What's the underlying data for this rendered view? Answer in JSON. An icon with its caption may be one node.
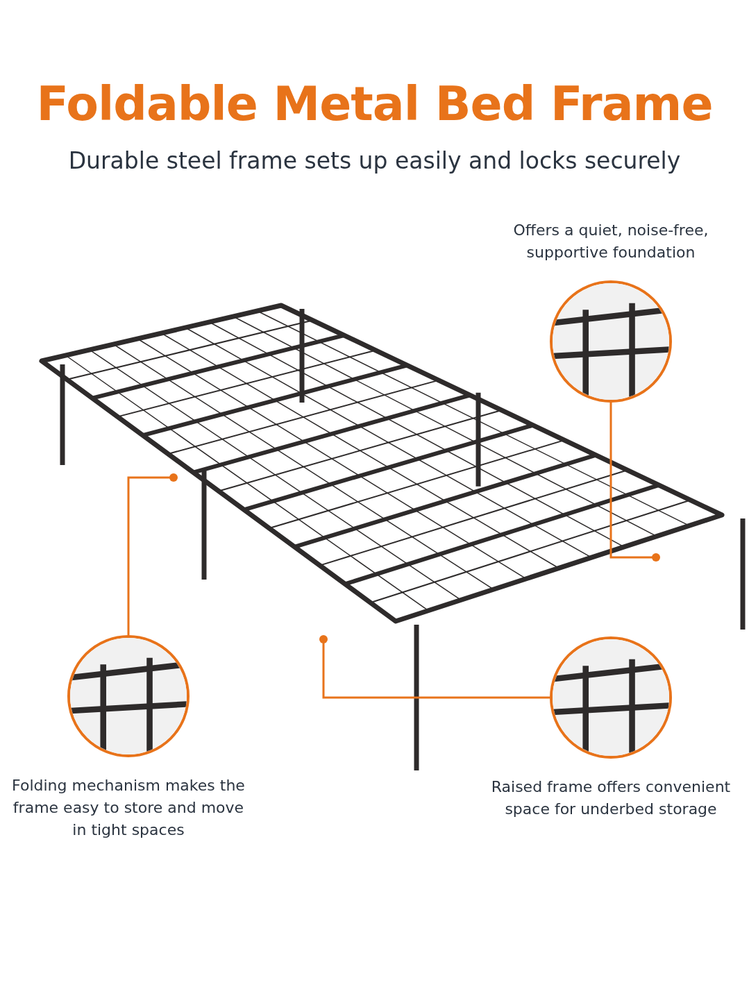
{
  "diagram": {
    "title": "Foldable Metal Bed Frame",
    "caption": "Durable steel frame sets up easily and locks securely",
    "nodes": [
      {
        "text": [],
        "shape": "picture",
        "beside": [
          "Offers a quiet, noise-free, supportive foundation"
        ]
      },
      {
        "text": [],
        "shape": "picture",
        "beside": [
          "Folding mechanism makes the frame easy to store and move in tight spaces"
        ]
      },
      {
        "text": [],
        "shape": "picture",
        "beside": [
          "Raised frame offers convenient space for underbed storage"
        ]
      }
    ],
    "edges": [
      {
        "from": 0,
        "to": null,
        "arrow": "other"
      },
      {
        "from": 1,
        "to": null,
        "arrow": "other"
      },
      {
        "from": 2,
        "to": null,
        "arrow": "other"
      }
    ]
  }
}
